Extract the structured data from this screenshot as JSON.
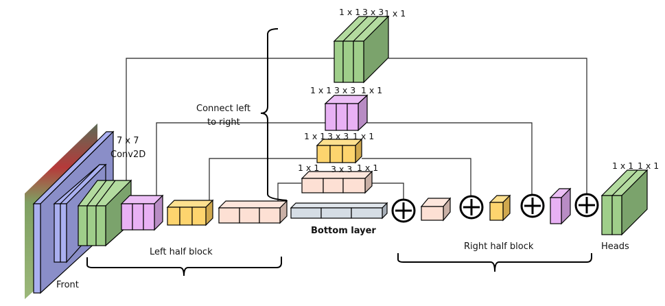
{
  "diagram": {
    "title": "Hourglass / U-shaped encoder-decoder network",
    "labels": {
      "conv": [
        "7 x 7",
        "Conv2D"
      ],
      "front": "Front",
      "left_half": "Left half block",
      "right_half": "Right half block",
      "bottom": "Bottom layer",
      "heads": "Heads",
      "connect": [
        "Connect left",
        "to right"
      ]
    },
    "kernel_labels": {
      "level_green": [
        "1 x 1",
        "3 x 3",
        "1 x 1"
      ],
      "level_violet": [
        "1 x 1",
        "3 x 3",
        "1 x 1"
      ],
      "level_yellow": [
        "1 x 1",
        "3 x 3",
        "1 x 1"
      ],
      "level_peach": [
        "1 x 1",
        "3 x 3",
        "1 x 1"
      ],
      "heads": [
        "1 x 1",
        "1 x 1"
      ]
    },
    "colors": {
      "front": "#aab0f0",
      "front_side": "#8a8ec8",
      "green": "#9fce8a",
      "green_top": "#b3db9f",
      "green_side": "#7ba36c",
      "violet": "#e8b1f4",
      "violet_top": "#ecbff6",
      "violet_side": "#b88cc4",
      "yellow": "#fdd46e",
      "yellow_top": "#fde08f",
      "yellow_side": "#d0a84e",
      "peach": "#fde0d4",
      "peach_top": "#fde6dc",
      "peach_side": "#c9b0a6",
      "gray": "#d5dde5",
      "gray_top": "#e0e6ec",
      "gray_side": "#a7afb8"
    },
    "operator": "⊕",
    "skip_connections": 4
  }
}
